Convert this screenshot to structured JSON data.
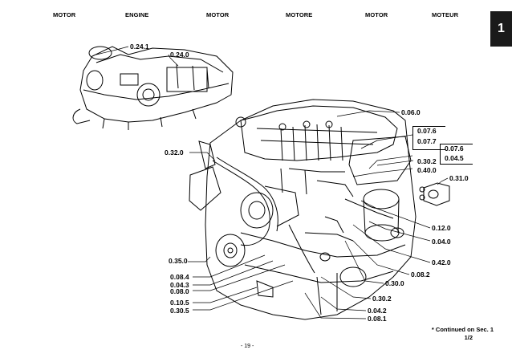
{
  "header": {
    "titles": [
      "MOTOR",
      "ENGINE",
      "MOTOR",
      "MOTORE",
      "MOTOR",
      "MOTEUR"
    ],
    "section_tab": "1"
  },
  "callouts": {
    "c0241": "0.24.1",
    "c0240": "0.24.0",
    "c0060": "0.06.0",
    "c0076a": "0.07.6",
    "c0077": "0.07.7",
    "c0076b": "0.07.6",
    "c0045": "0.04.5",
    "c0320": "0.32.0",
    "c0302a": "0.30.2",
    "c0400": "0.40.0",
    "c0310": "0.31.0",
    "c0120": "0.12.0",
    "c0040": "0.04.0",
    "c0420": "0.42.0",
    "c0350": "0.35.0",
    "c0082": "0.08.2",
    "c0084": "0.08.4",
    "c0043": "0.04.3",
    "c0080": "0.08.0",
    "c0300": "0.30.0",
    "c0302b": "0.30.2",
    "c0105": "0.10.5",
    "c0305": "0.30.5",
    "c0042": "0.04.2",
    "c0081": "0.08.1"
  },
  "footer": {
    "note_line1": "* Continued on Sec. 1",
    "note_line2": "1/2",
    "page_number": "- 19 -"
  }
}
